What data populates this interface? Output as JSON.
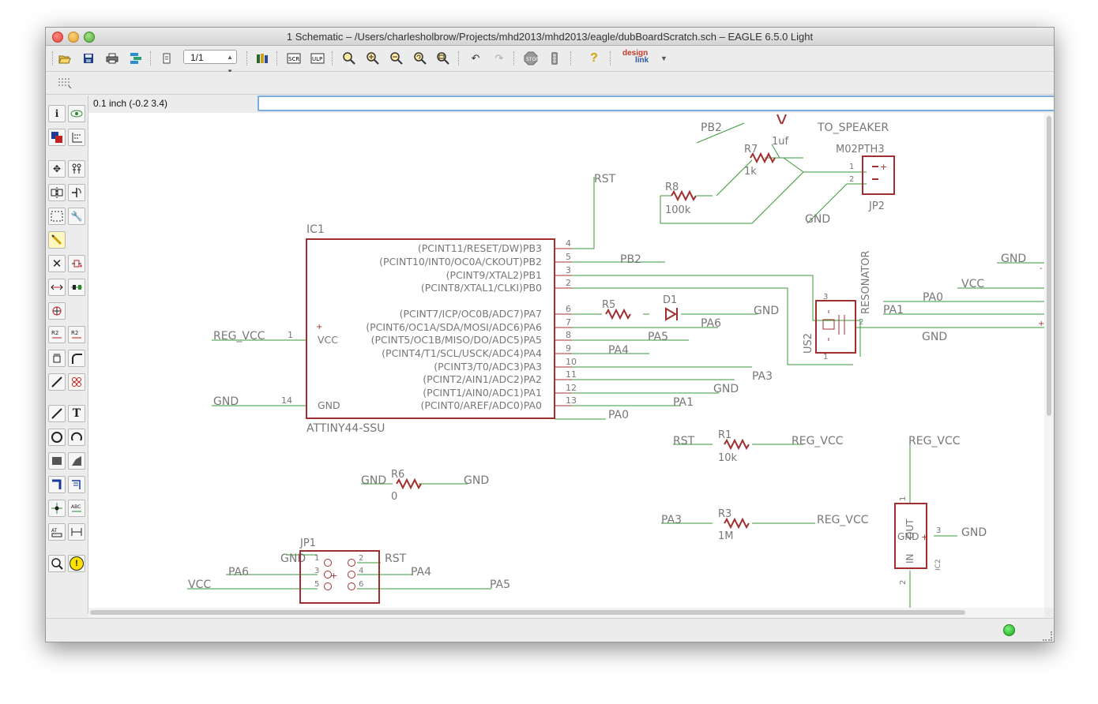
{
  "window": {
    "title": "1 Schematic – /Users/charlesholbrow/Projects/mhd2013/mhd2013/eagle/dubBoardScratch.sch – EAGLE 6.5.0 Light"
  },
  "toolbar": {
    "sheet_value": "1/1",
    "designlink_top": "design",
    "designlink_bottom": "link",
    "icons": [
      "open-icon",
      "save-icon",
      "print-icon",
      "cam-icon",
      "sheet-icon",
      "library-icon",
      "script-icon",
      "ulp-icon",
      "zoom-fit-icon",
      "zoom-in-icon",
      "zoom-out-icon",
      "zoom-redraw-icon",
      "zoom-select-icon",
      "undo-icon",
      "redo-icon",
      "stop-icon",
      "go-icon",
      "help-icon"
    ]
  },
  "coordinate_display": "0.1 inch (-0.2 3.4)",
  "command_input": {
    "value": ""
  },
  "left_tools": {
    "info": "i",
    "text_tool": "T",
    "erc": "!"
  },
  "schematic": {
    "ic1": {
      "name": "IC1",
      "value": "ATTINY44-SSU",
      "left_pins": [
        {
          "num": "1",
          "name": "VCC",
          "net": "REG_VCC"
        },
        {
          "num": "14",
          "name": "GND",
          "net": "GND"
        }
      ],
      "right_pins": [
        {
          "num": "4",
          "name": "(PCINT11/RESET/DW)PB3"
        },
        {
          "num": "5",
          "name": "(PCINT10/INT0/OC0A/CKOUT)PB2"
        },
        {
          "num": "3",
          "name": "(PCINT9/XTAL2)PB1"
        },
        {
          "num": "2",
          "name": "(PCINT8/XTAL1/CLKI)PB0"
        },
        {
          "num": "6",
          "name": "(PCINT7/ICP/OC0B/ADC7)PA7"
        },
        {
          "num": "7",
          "name": "(PCINT6/OC1A/SDA/MOSI/ADC6)PA6"
        },
        {
          "num": "8",
          "name": "(PCINT5/OC1B/MISO/DO/ADC5)PA5"
        },
        {
          "num": "9",
          "name": "(PCINT4/T1/SCL/USCK/ADC4)PA4"
        },
        {
          "num": "10",
          "name": "(PCINT3/T0/ADC3)PA3"
        },
        {
          "num": "11",
          "name": "(PCINT2/AIN1/ADC2)PA2"
        },
        {
          "num": "12",
          "name": "(PCINT1/AIN0/ADC1)PA1"
        },
        {
          "num": "13",
          "name": "(PCINT0/AREF/ADC0)PA0"
        }
      ]
    },
    "net_labels": {
      "rst_top": "RST",
      "pb2_top": "PB2",
      "to_speaker": "TO_SPEAKER",
      "gnd_jp2": "GND",
      "pb2": "PB2",
      "gnd_d1": "GND",
      "pa6": "PA6",
      "pa5": "PA5",
      "pa4": "PA4",
      "pa3": "PA3",
      "gnd_pa2": "GND",
      "pa1": "PA1",
      "pa0": "PA0",
      "gnd_right_top": "GND",
      "vcc_right": "VCC",
      "pa0_right": "PA0",
      "pa1_right": "PA1",
      "gnd_res": "GND",
      "rst_r1": "RST",
      "reg_vcc_r1": "REG_VCC",
      "gnd_r6_l": "GND",
      "gnd_r6_r": "GND",
      "pa3_r3": "PA3",
      "reg_vcc_r3": "REG_VCC",
      "reg_vcc_ic2": "REG_VCC",
      "gnd_ic2": "GND",
      "gnd_jp1": "GND",
      "rst_jp1": "RST",
      "pa6_jp1": "PA6",
      "pa4_jp1": "PA4",
      "vcc_jp1": "VCC",
      "pa5_jp1": "PA5"
    },
    "parts": {
      "c_top_value": "1uf",
      "r7_name": "R7",
      "r7_value": "1k",
      "r8_name": "R8",
      "r8_value": "100k",
      "jp2_name": "JP2",
      "jp2_package": "M02PTH3",
      "jp2_pin1": "1",
      "jp2_pin2": "2",
      "r5_name": "R5",
      "d1_name": "D1",
      "resonator_label": "RESONATOR",
      "us2_name": "US2",
      "us2_pin3": "3",
      "us2_pin2": "2",
      "us2_pin1": "1",
      "r1_name": "R1",
      "r1_value": "10k",
      "r6_name": "R6",
      "r6_value": "0",
      "r3_name": "R3",
      "r3_value": "1M",
      "ic2_name": "IC2",
      "ic2_out": "OUT",
      "ic2_in": "IN",
      "ic2_gnd": "GND",
      "ic2_pin1": "1",
      "ic2_pin2": "2",
      "ic2_pin3": "3",
      "jp1_name": "JP1",
      "jp1_pins": [
        "1",
        "2",
        "3",
        "4",
        "5",
        "6"
      ]
    }
  }
}
